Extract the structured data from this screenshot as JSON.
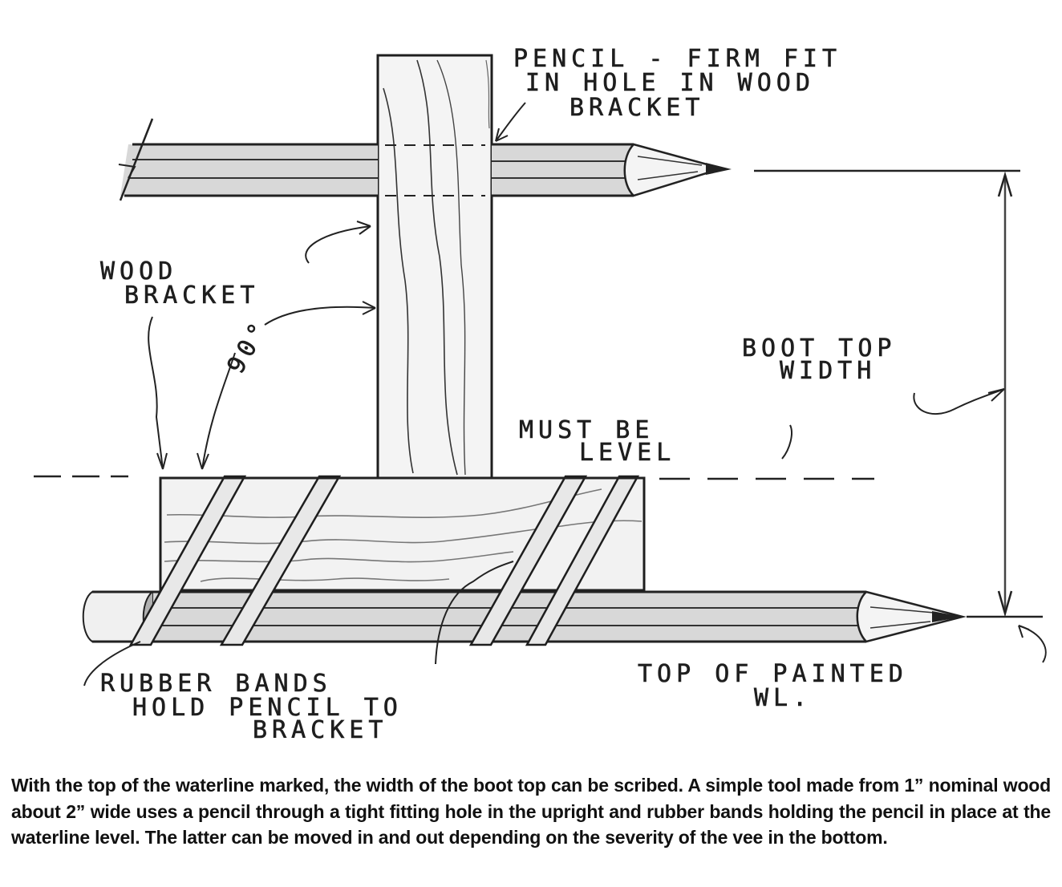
{
  "diagram": {
    "labels": {
      "pencil_fit": [
        "PENCIL - FIRM FIT",
        "IN HOLE IN WOOD",
        "BRACKET"
      ],
      "wood_bracket": [
        "WOOD",
        "BRACKET"
      ],
      "angle": "90°",
      "boot_top_width": [
        "BOOT TOP",
        "WIDTH"
      ],
      "must_be_level": [
        "MUST BE",
        "LEVEL"
      ],
      "rubber_bands": [
        "RUBBER BANDS",
        "HOLD PENCIL TO",
        "BRACKET"
      ],
      "top_of_painted_wl": [
        "TOP OF PAINTED",
        "WL."
      ]
    },
    "components": [
      "upright wood bracket",
      "upper pencil through hole",
      "horizontal wood base",
      "lower pencil",
      "four rubber bands",
      "boot top width dimension arrow",
      "level reference line"
    ],
    "colors": {
      "ink": "#1e1e1e",
      "wood": "#f2f2f2",
      "pencil": "#d6d6d6",
      "band": "#e6e6e6"
    }
  },
  "caption": {
    "text": "With the top of the waterline marked, the width of the boot top can be scribed. A simple tool made from 1” nominal wood about 2” wide uses a pencil through a tight fitting hole in the upright and rubber bands holding the pencil in place at the waterline level. The latter can be moved in and out depending on the severity of the vee in the bottom."
  }
}
